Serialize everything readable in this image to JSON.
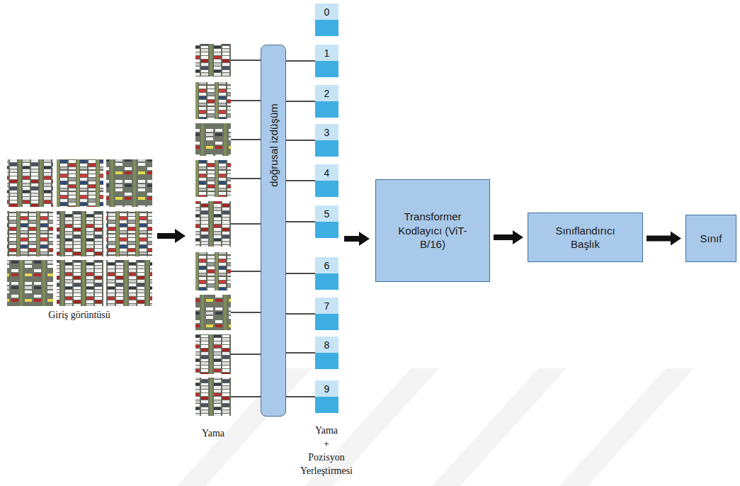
{
  "diagram": {
    "nodes": [
      {
        "text": [
          "doğrusal izdüşüm"
        ]
      },
      {
        "text": [
          "0"
        ]
      },
      {
        "text": [
          "1"
        ]
      },
      {
        "text": [
          "2"
        ]
      },
      {
        "text": [
          "3"
        ]
      },
      {
        "text": [
          "4"
        ]
      },
      {
        "text": [
          "5"
        ]
      },
      {
        "text": [
          "6"
        ]
      },
      {
        "text": [
          "7"
        ]
      },
      {
        "text": [
          "8"
        ]
      },
      {
        "text": [
          "9"
        ]
      },
      {
        "text": [
          "Transformer Kodlayıcı (ViT-B/16)"
        ]
      },
      {
        "text": [
          "Sınıflandırıcı Başlık"
        ]
      },
      {
        "text": [
          "Sınıf"
        ]
      }
    ],
    "edges": [
      {
        "from": 0,
        "to": 2,
        "arrow": "none"
      },
      {
        "from": 0,
        "to": 3,
        "arrow": "none"
      },
      {
        "from": 0,
        "to": 4,
        "arrow": "none"
      },
      {
        "from": 0,
        "to": 5,
        "arrow": "none"
      },
      {
        "from": 0,
        "to": 6,
        "arrow": "none"
      },
      {
        "from": 0,
        "to": 7,
        "arrow": "none"
      },
      {
        "from": 0,
        "to": 8,
        "arrow": "none"
      },
      {
        "from": 0,
        "to": 9,
        "arrow": "none"
      },
      {
        "from": 0,
        "to": 10,
        "arrow": "none"
      },
      {
        "from": 11,
        "to": 12,
        "arrow": "to"
      },
      {
        "from": 12,
        "to": 13,
        "arrow": "to"
      }
    ],
    "labels": [
      "Giriş görüntüsü",
      "Yama",
      "Yama + Pozisyon Yerleştirmesi"
    ]
  }
}
